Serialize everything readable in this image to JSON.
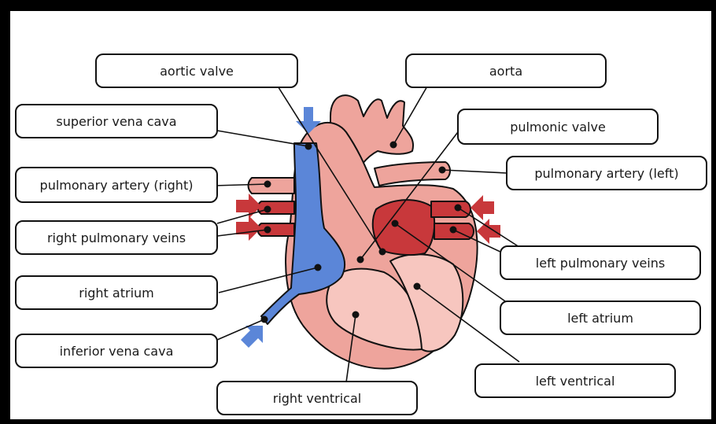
{
  "labels": {
    "aortic_valve": "aortic valve",
    "aorta": "aorta",
    "superior_vena_cava": "superior vena cava",
    "pulmonic_valve": "pulmonic valve",
    "pulmonary_artery_right": "pulmonary artery (right)",
    "pulmonary_artery_left": "pulmonary artery (left)",
    "right_pulmonary_veins": "right pulmonary veins",
    "left_pulmonary_veins": "left pulmonary veins",
    "right_atrium": "right atrium",
    "left_atrium": "left atrium",
    "inferior_vena_cava": "inferior vena cava",
    "left_ventrical": "left ventrical",
    "right_ventrical": "right ventrical"
  },
  "colors": {
    "background": "#ffffff",
    "frame": "#000000",
    "deoxygenated_blood": "#5b86d8",
    "oxygenated_blood": "#c8383b",
    "heart_tissue": "#eea49c",
    "heart_inner": "#f7c6bf",
    "outline": "#111111"
  }
}
